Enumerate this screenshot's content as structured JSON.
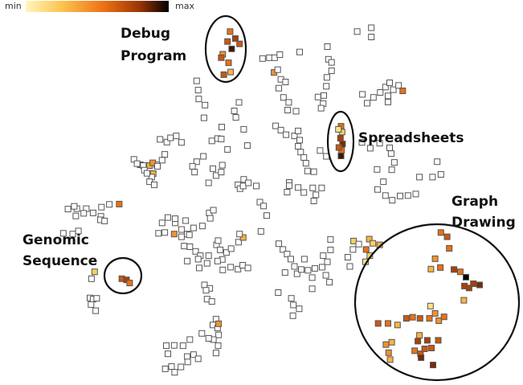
{
  "legend": {
    "min_label": "min",
    "max_label": "max",
    "gradient_stops": [
      "#fff7bc",
      "#fec44f",
      "#ec7014",
      "#993404",
      "#000000"
    ]
  },
  "clusters": [
    {
      "id": "debug",
      "label_lines": [
        "Debug",
        "Program"
      ]
    },
    {
      "id": "spreadsheets",
      "label_lines": [
        "Spreadsheets"
      ]
    },
    {
      "id": "graph",
      "label_lines": [
        "Graph",
        "Drawing"
      ]
    },
    {
      "id": "genomic",
      "label_lines": [
        "Genomic",
        "Sequence"
      ]
    }
  ],
  "chart_data": {
    "type": "scatter",
    "title": "",
    "xlabel": "",
    "ylabel": "",
    "color_scale": {
      "min_label": "min",
      "max_label": "max"
    },
    "note": "Unlabeled 2-D embedding; points are square markers colored by intensity on a 0 (min) to 1 (max) scale. Coordinates read on a 0–100 grid.",
    "points": [
      [
        44.0,
        8.2,
        0.5
      ],
      [
        43.5,
        10.8,
        0.6
      ],
      [
        44.3,
        12.7,
        0.9
      ],
      [
        45.0,
        10.0,
        0.7
      ],
      [
        45.8,
        11.4,
        0.6
      ],
      [
        42.6,
        14.1,
        0.4
      ],
      [
        42.3,
        15.0,
        0.6
      ],
      [
        43.7,
        16.3,
        0.5
      ],
      [
        44.1,
        18.7,
        0.3
      ],
      [
        42.8,
        19.4,
        0.6
      ],
      [
        65.2,
        32.8,
        0.5
      ],
      [
        65.4,
        34.3,
        0.2
      ],
      [
        65.1,
        35.9,
        0.7
      ],
      [
        65.5,
        37.4,
        0.8
      ],
      [
        65.3,
        39.0,
        0.5
      ],
      [
        65.2,
        40.5,
        0.9
      ],
      [
        64.7,
        33.6,
        0.1
      ],
      [
        64.8,
        38.3,
        0.6
      ],
      [
        23.3,
        72.4,
        0.6
      ],
      [
        24.2,
        72.7,
        0.7
      ],
      [
        24.8,
        73.5,
        0.5
      ],
      [
        18.1,
        70.6,
        0.2
      ],
      [
        17.5,
        72.4,
        0.0
      ],
      [
        84.3,
        60.4,
        0.5
      ],
      [
        85.5,
        61.5,
        0.6
      ],
      [
        85.9,
        64.5,
        0.5
      ],
      [
        83.2,
        67.2,
        0.4
      ],
      [
        82.4,
        69.9,
        0.3
      ],
      [
        84.2,
        69.5,
        0.5
      ],
      [
        86.8,
        70.0,
        0.7
      ],
      [
        88.0,
        70.6,
        0.5
      ],
      [
        89.1,
        72.0,
        1.0
      ],
      [
        88.8,
        74.3,
        0.7
      ],
      [
        89.7,
        74.8,
        0.7
      ],
      [
        90.5,
        73.7,
        0.7
      ],
      [
        91.7,
        74.0,
        0.8
      ],
      [
        88.7,
        78.0,
        0.3
      ],
      [
        82.3,
        79.5,
        0.1
      ],
      [
        83.2,
        81.4,
        0.4
      ],
      [
        72.3,
        84.0,
        0.6
      ],
      [
        74.2,
        84.0,
        0.5
      ],
      [
        76.0,
        84.4,
        0.3
      ],
      [
        77.7,
        82.7,
        0.6
      ],
      [
        78.9,
        82.4,
        0.5
      ],
      [
        80.3,
        82.7,
        0.6
      ],
      [
        82.1,
        82.7,
        0.5
      ],
      [
        83.9,
        83.3,
        0.4
      ],
      [
        84.9,
        82.3,
        0.5
      ],
      [
        80.2,
        87.1,
        0.3
      ],
      [
        79.9,
        88.6,
        0.7
      ],
      [
        81.7,
        88.4,
        0.7
      ],
      [
        83.8,
        88.4,
        0.6
      ],
      [
        79.3,
        91.1,
        0.5
      ],
      [
        80.4,
        91.9,
        0.6
      ],
      [
        81.2,
        90.6,
        0.6
      ],
      [
        82.5,
        90.4,
        0.6
      ],
      [
        82.8,
        94.8,
        0.8
      ],
      [
        80.5,
        92.9,
        0.8
      ],
      [
        74.3,
        91.6,
        0.4
      ],
      [
        74.6,
        93.4,
        0.3
      ],
      [
        73.8,
        89.5,
        0.4
      ],
      [
        74.9,
        88.9,
        0.3
      ],
      [
        70.6,
        62.1,
        0.3
      ],
      [
        71.3,
        63.2,
        0.2
      ],
      [
        72.6,
        63.6,
        0.3
      ],
      [
        70.0,
        64.8,
        0.5
      ],
      [
        70.7,
        66.4,
        0.2
      ],
      [
        69.9,
        68.0,
        0.1
      ],
      [
        67.6,
        62.6,
        0.2
      ],
      [
        17.8,
        55.3,
        0.0
      ],
      [
        19.4,
        53.8,
        0.0
      ],
      [
        20.9,
        53.1,
        0.0
      ],
      [
        22.8,
        53.0,
        0.5
      ],
      [
        16.5,
        54.2,
        0.0
      ],
      [
        14.7,
        54.2,
        0.0
      ],
      [
        19.3,
        56.2,
        0.0
      ],
      [
        19.2,
        57.1,
        0.0
      ],
      [
        20.0,
        57.4,
        0.0
      ],
      [
        26.8,
        42.8,
        0.5
      ],
      [
        27.4,
        43.0,
        0.0
      ],
      [
        28.6,
        43.0,
        0.3
      ],
      [
        30.0,
        42.8,
        0.0
      ],
      [
        27.6,
        44.2,
        0.0
      ],
      [
        29.3,
        45.1,
        0.3
      ],
      [
        29.0,
        46.0,
        0.0
      ],
      [
        28.6,
        47.2,
        0.0
      ],
      [
        29.5,
        48.0,
        0.0
      ],
      [
        30.3,
        60.6,
        0.0
      ],
      [
        31.5,
        60.4,
        0.0
      ],
      [
        33.3,
        60.8,
        0.4
      ],
      [
        34.7,
        59.6,
        0.0
      ],
      [
        35.8,
        60.8,
        0.0
      ],
      [
        37.0,
        59.2,
        0.0
      ],
      [
        38.7,
        58.7,
        0.0
      ],
      [
        40.0,
        55.3,
        0.0
      ],
      [
        40.2,
        56.7,
        0.0
      ],
      [
        40.8,
        54.6,
        0.0
      ],
      [
        33.5,
        57.9,
        0.0
      ],
      [
        35.5,
        57.3,
        0.0
      ],
      [
        36.3,
        64.1,
        0.0
      ],
      [
        37.4,
        65.3,
        0.0
      ],
      [
        38.3,
        66.4,
        0.0
      ],
      [
        39.9,
        66.4,
        0.0
      ],
      [
        41.4,
        63.6,
        0.0
      ],
      [
        41.7,
        62.5,
        0.0
      ],
      [
        42.1,
        64.9,
        0.0
      ],
      [
        43.3,
        65.6,
        0.0
      ],
      [
        44.2,
        64.6,
        0.0
      ],
      [
        45.6,
        62.9,
        0.0
      ],
      [
        46.5,
        61.7,
        0.3
      ],
      [
        42.5,
        67.4,
        0.0
      ],
      [
        37.6,
        21.0,
        0.0
      ],
      [
        37.9,
        23.4,
        0.0
      ],
      [
        38.0,
        25.7,
        0.0
      ],
      [
        39.2,
        27.3,
        0.0
      ],
      [
        39.0,
        30.6,
        0.0
      ],
      [
        40.5,
        36.6,
        0.0
      ],
      [
        41.6,
        36.0,
        0.0
      ],
      [
        42.4,
        33.0,
        0.0
      ],
      [
        42.3,
        36.1,
        0.0
      ],
      [
        43.5,
        38.8,
        0.0
      ],
      [
        44.8,
        28.8,
        0.0
      ],
      [
        45.1,
        30.5,
        0.0
      ],
      [
        45.7,
        26.6,
        0.0
      ],
      [
        38.9,
        40.6,
        0.0
      ],
      [
        37.6,
        42.0,
        0.0
      ],
      [
        36.8,
        43.2,
        0.0
      ],
      [
        37.2,
        44.7,
        0.0
      ],
      [
        40.7,
        43.8,
        0.0
      ],
      [
        42.5,
        42.9,
        0.0
      ],
      [
        39.9,
        47.5,
        0.0
      ],
      [
        41.3,
        45.6,
        0.0
      ],
      [
        42.3,
        44.7,
        0.0
      ],
      [
        46.6,
        33.6,
        0.0
      ],
      [
        47.3,
        37.8,
        0.0
      ],
      [
        46.6,
        46.6,
        0.0
      ],
      [
        45.5,
        48.0,
        0.0
      ],
      [
        45.9,
        49.0,
        0.0
      ],
      [
        46.5,
        48.3,
        0.0
      ],
      [
        47.5,
        47.5,
        0.0
      ],
      [
        49.0,
        48.3,
        0.0
      ],
      [
        49.7,
        52.5,
        0.0
      ],
      [
        50.4,
        53.5,
        0.0
      ],
      [
        51.0,
        56.0,
        0.0
      ],
      [
        45.8,
        60.8,
        0.0
      ],
      [
        50.2,
        15.2,
        0.0
      ],
      [
        51.5,
        15.0,
        0.0
      ],
      [
        52.5,
        15.0,
        0.0
      ],
      [
        53.5,
        14.2,
        0.0
      ],
      [
        52.4,
        18.8,
        0.4
      ],
      [
        53.1,
        18.1,
        0.0
      ],
      [
        53.7,
        20.6,
        0.0
      ],
      [
        54.6,
        21.3,
        0.0
      ],
      [
        53.3,
        22.9,
        0.0
      ],
      [
        54.2,
        25.3,
        0.0
      ],
      [
        55.2,
        26.6,
        0.0
      ],
      [
        55.0,
        28.6,
        0.0
      ],
      [
        56.6,
        28.9,
        0.0
      ],
      [
        57.3,
        13.5,
        0.0
      ],
      [
        52.7,
        32.7,
        0.0
      ],
      [
        53.7,
        33.8,
        0.0
      ],
      [
        54.7,
        35.0,
        0.0
      ],
      [
        56.3,
        35.3,
        0.0
      ],
      [
        57.0,
        34.0,
        0.0
      ],
      [
        57.3,
        36.4,
        0.0
      ],
      [
        57.0,
        38.0,
        0.0
      ],
      [
        57.5,
        39.5,
        0.0
      ],
      [
        58.1,
        40.9,
        0.0
      ],
      [
        58.5,
        42.4,
        0.0
      ],
      [
        58.8,
        44.4,
        0.0
      ],
      [
        60.0,
        44.6,
        0.0
      ],
      [
        61.2,
        39.1,
        0.0
      ],
      [
        62.4,
        40.6,
        0.0
      ],
      [
        55.3,
        47.4,
        0.0
      ],
      [
        55.3,
        48.2,
        0.0
      ],
      [
        57.0,
        48.7,
        0.0
      ],
      [
        54.9,
        49.9,
        0.0
      ],
      [
        58.1,
        50.0,
        0.0
      ],
      [
        59.8,
        48.8,
        0.0
      ],
      [
        61.5,
        48.8,
        0.0
      ],
      [
        60.4,
        50.6,
        0.0
      ],
      [
        60.0,
        52.2,
        0.0
      ],
      [
        62.6,
        12.1,
        0.0
      ],
      [
        62.8,
        15.4,
        0.0
      ],
      [
        63.4,
        16.2,
        0.0
      ],
      [
        63.4,
        18.4,
        0.0
      ],
      [
        62.5,
        20.1,
        0.0
      ],
      [
        62.4,
        22.4,
        0.0
      ],
      [
        61.9,
        24.8,
        0.0
      ],
      [
        61.8,
        26.9,
        0.0
      ],
      [
        60.8,
        25.2,
        0.0
      ],
      [
        61.4,
        28.1,
        0.0
      ],
      [
        68.3,
        8.2,
        0.0
      ],
      [
        71.0,
        7.2,
        0.0
      ],
      [
        71.0,
        9.6,
        0.0
      ],
      [
        69.3,
        24.5,
        0.0
      ],
      [
        70.2,
        26.8,
        0.0
      ],
      [
        71.4,
        25.3,
        0.0
      ],
      [
        72.7,
        24.0,
        0.0
      ],
      [
        73.7,
        22.6,
        0.0
      ],
      [
        74.5,
        21.5,
        0.0
      ],
      [
        74.2,
        24.9,
        0.0
      ],
      [
        74.2,
        26.5,
        0.0
      ],
      [
        75.2,
        23.3,
        0.0
      ],
      [
        76.2,
        22.2,
        0.0
      ],
      [
        77.0,
        23.6,
        0.5
      ],
      [
        69.2,
        37.0,
        0.0
      ],
      [
        70.8,
        38.5,
        0.0
      ],
      [
        72.6,
        37.2,
        0.0
      ],
      [
        74.5,
        38.4,
        0.0
      ],
      [
        74.8,
        39.9,
        0.0
      ],
      [
        75.4,
        42.2,
        0.0
      ],
      [
        72.1,
        44.0,
        0.0
      ],
      [
        74.9,
        44.1,
        0.0
      ],
      [
        73.3,
        47.2,
        0.0
      ],
      [
        72.2,
        49.2,
        0.0
      ],
      [
        73.7,
        50.8,
        0.0
      ],
      [
        75.0,
        52.0,
        0.0
      ],
      [
        76.5,
        50.9,
        0.0
      ],
      [
        78.0,
        50.8,
        0.0
      ],
      [
        79.5,
        50.4,
        0.0
      ],
      [
        80.2,
        46.0,
        0.0
      ],
      [
        82.7,
        46.0,
        0.0
      ],
      [
        83.6,
        42.0,
        0.0
      ],
      [
        84.3,
        45.3,
        0.0
      ],
      [
        17.2,
        77.4,
        0.0
      ],
      [
        17.8,
        77.7,
        0.0
      ],
      [
        18.5,
        77.5,
        0.0
      ],
      [
        17.4,
        79.1,
        0.0
      ],
      [
        18.3,
        80.7,
        0.0
      ],
      [
        12.1,
        60.6,
        0.0
      ],
      [
        13.9,
        60.8,
        0.0
      ],
      [
        15.0,
        60.0,
        0.0
      ],
      [
        14.5,
        56.1,
        0.0
      ],
      [
        16.0,
        55.4,
        0.0
      ],
      [
        14.2,
        53.6,
        0.0
      ],
      [
        13.0,
        54.3,
        0.0
      ],
      [
        32.1,
        56.5,
        0.0
      ],
      [
        33.5,
        56.8,
        0.0
      ],
      [
        31.0,
        57.9,
        0.0
      ],
      [
        34.7,
        61.5,
        0.0
      ],
      [
        36.2,
        61.0,
        0.0
      ],
      [
        35.2,
        63.9,
        0.0
      ],
      [
        35.8,
        67.8,
        0.0
      ],
      [
        37.9,
        67.3,
        0.0
      ],
      [
        38.1,
        69.6,
        0.0
      ],
      [
        39.6,
        68.4,
        0.0
      ],
      [
        41.6,
        67.8,
        0.0
      ],
      [
        42.6,
        70.1,
        0.0
      ],
      [
        44.1,
        69.4,
        0.0
      ],
      [
        45.5,
        69.9,
        0.0
      ],
      [
        46.4,
        68.9,
        0.0
      ],
      [
        47.4,
        69.6,
        0.0
      ],
      [
        49.9,
        60.1,
        0.0
      ],
      [
        25.6,
        41.4,
        0.0
      ],
      [
        26.2,
        42.5,
        0.0
      ],
      [
        28.1,
        45.0,
        0.0
      ],
      [
        29.2,
        42.3,
        0.4
      ],
      [
        30.1,
        43.2,
        0.0
      ],
      [
        31.0,
        41.6,
        0.0
      ],
      [
        31.5,
        40.1,
        0.0
      ],
      [
        30.6,
        36.2,
        0.0
      ],
      [
        31.9,
        36.9,
        0.0
      ],
      [
        32.6,
        35.8,
        0.0
      ],
      [
        33.7,
        35.3,
        0.0
      ],
      [
        34.7,
        37.0,
        0.0
      ],
      [
        53.3,
        63.3,
        0.0
      ],
      [
        54.1,
        64.8,
        0.0
      ],
      [
        54.9,
        66.0,
        0.0
      ],
      [
        55.6,
        67.3,
        0.0
      ],
      [
        56.3,
        69.2,
        0.0
      ],
      [
        56.8,
        71.1,
        0.0
      ],
      [
        57.6,
        70.0,
        0.0
      ],
      [
        58.2,
        67.3,
        0.0
      ],
      [
        58.9,
        70.2,
        0.0
      ],
      [
        59.7,
        72.1,
        0.0
      ],
      [
        60.2,
        69.7,
        0.0
      ],
      [
        61.6,
        69.4,
        0.0
      ],
      [
        62.3,
        71.5,
        0.0
      ],
      [
        63.0,
        73.3,
        0.0
      ],
      [
        63.2,
        62.2,
        0.0
      ],
      [
        63.2,
        64.9,
        0.0
      ],
      [
        61.8,
        66.4,
        0.0
      ],
      [
        62.6,
        68.0,
        0.0
      ],
      [
        55.7,
        77.5,
        0.0
      ],
      [
        56.1,
        79.2,
        0.0
      ],
      [
        57.2,
        80.2,
        0.0
      ],
      [
        56.0,
        82.0,
        0.0
      ],
      [
        54.5,
        70.8,
        0.0
      ],
      [
        53.2,
        76.0,
        0.0
      ],
      [
        59.7,
        75.0,
        0.0
      ],
      [
        39.1,
        74.0,
        0.0
      ],
      [
        40.1,
        74.9,
        0.0
      ],
      [
        39.4,
        75.4,
        0.0
      ],
      [
        39.6,
        77.7,
        0.0
      ],
      [
        40.5,
        78.3,
        0.0
      ],
      [
        41.3,
        82.9,
        0.0
      ],
      [
        40.7,
        84.4,
        0.0
      ],
      [
        41.6,
        85.2,
        0.0
      ],
      [
        41.8,
        87.0,
        0.0
      ],
      [
        40.8,
        88.2,
        0.0
      ],
      [
        41.7,
        89.8,
        0.0
      ],
      [
        41.3,
        91.7,
        0.0
      ],
      [
        38.6,
        86.6,
        0.0
      ],
      [
        39.9,
        87.9,
        0.0
      ],
      [
        36.3,
        88.2,
        0.0
      ],
      [
        35.0,
        89.8,
        0.0
      ],
      [
        33.3,
        89.7,
        0.0
      ],
      [
        31.8,
        89.8,
        0.0
      ],
      [
        32.1,
        91.9,
        0.0
      ],
      [
        32.8,
        95.2,
        0.0
      ],
      [
        31.6,
        95.8,
        0.0
      ],
      [
        33.4,
        96.7,
        0.0
      ],
      [
        34.6,
        95.3,
        0.0
      ],
      [
        35.8,
        92.6,
        0.0
      ],
      [
        35.9,
        94.0,
        0.0
      ],
      [
        37.0,
        92.1,
        0.0
      ],
      [
        37.9,
        93.2,
        0.0
      ],
      [
        41.8,
        84.1,
        0.4
      ],
      [
        66.5,
        66.8,
        0.0
      ],
      [
        66.9,
        69.2,
        0.0
      ],
      [
        67.5,
        64.8,
        0.0
      ],
      [
        68.6,
        63.4,
        0.0
      ]
    ]
  }
}
